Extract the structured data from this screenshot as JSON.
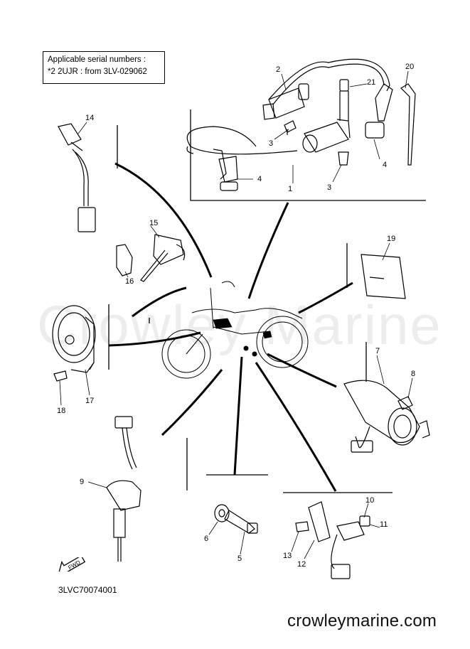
{
  "serial_box": {
    "line1": "Applicable serial numbers :",
    "line2": "*2 2UJR : from 3LV-029062"
  },
  "callouts": [
    "1",
    "2",
    "3",
    "3",
    "4",
    "4",
    "5",
    "6",
    "7",
    "8",
    "9",
    "10",
    "11",
    "12",
    "13",
    "14",
    "15",
    "16",
    "17",
    "18",
    "19",
    "20",
    "21"
  ],
  "fwd_label": "FWD",
  "doc_code": "3LVC70074001",
  "watermark": "Crowley Marine",
  "site_footer": "crowleymarine.com"
}
